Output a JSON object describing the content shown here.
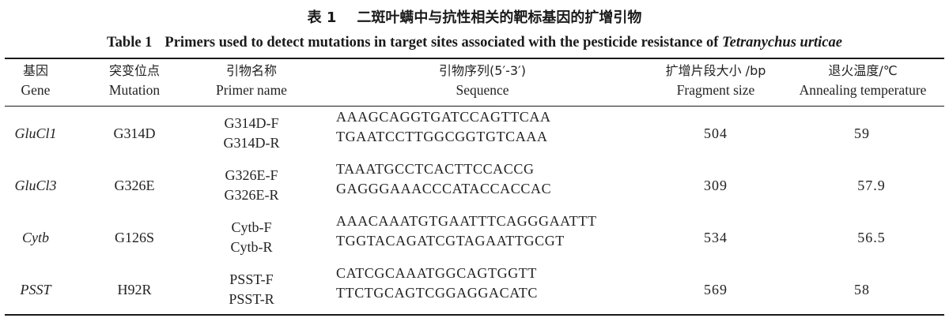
{
  "title": {
    "cn_number": "表 1",
    "cn_text": "二斑叶螨中与抗性相关的靶标基因的扩增引物",
    "en_number": "Table 1",
    "en_text": "Primers used to detect mutations in target sites associated with the pesticide resistance of ",
    "en_species": "Tetranychus urticae"
  },
  "columns": [
    {
      "cn": "基因",
      "en": "Gene"
    },
    {
      "cn": "突变位点",
      "en": "Mutation"
    },
    {
      "cn": "引物名称",
      "en": "Primer name"
    },
    {
      "cn": "引物序列(5′-3′)",
      "en": "Sequence"
    },
    {
      "cn": "扩增片段大小 /bp",
      "en": "Fragment size"
    },
    {
      "cn": "退火温度/℃",
      "en": "Annealing temperature"
    }
  ],
  "rows": [
    {
      "gene": "GluCl1",
      "mutation": "G314D",
      "primers": [
        "G314D-F",
        "G314D-R"
      ],
      "sequences": [
        "AAAGCAGGTGATCCAGTTCAA",
        "TGAATCCTTGGCGGTGTCAAA"
      ],
      "fragment": "504",
      "temp": "59"
    },
    {
      "gene": "GluCl3",
      "mutation": "G326E",
      "primers": [
        "G326E-F",
        "G326E-R"
      ],
      "sequences": [
        "TAAATGCCTCACTTCCACCG",
        "GAGGGAAACCCATACCACCAC"
      ],
      "fragment": "309",
      "temp": "57.9"
    },
    {
      "gene": "Cytb",
      "mutation": "G126S",
      "primers": [
        "Cytb-F",
        "Cytb-R"
      ],
      "sequences": [
        "AAACAAATGTGAATTTCAGGGAATTT",
        "TGGTACAGATCGTAGAATTGCGT"
      ],
      "fragment": "534",
      "temp": "56.5"
    },
    {
      "gene": "PSST",
      "mutation": "H92R",
      "primers": [
        "PSST-F",
        "PSST-R"
      ],
      "sequences": [
        "CATCGCAAATGGCAGTGGTT",
        "TTCTGCAGTCGGAGGACATC"
      ],
      "fragment": "569",
      "temp": "58"
    }
  ]
}
